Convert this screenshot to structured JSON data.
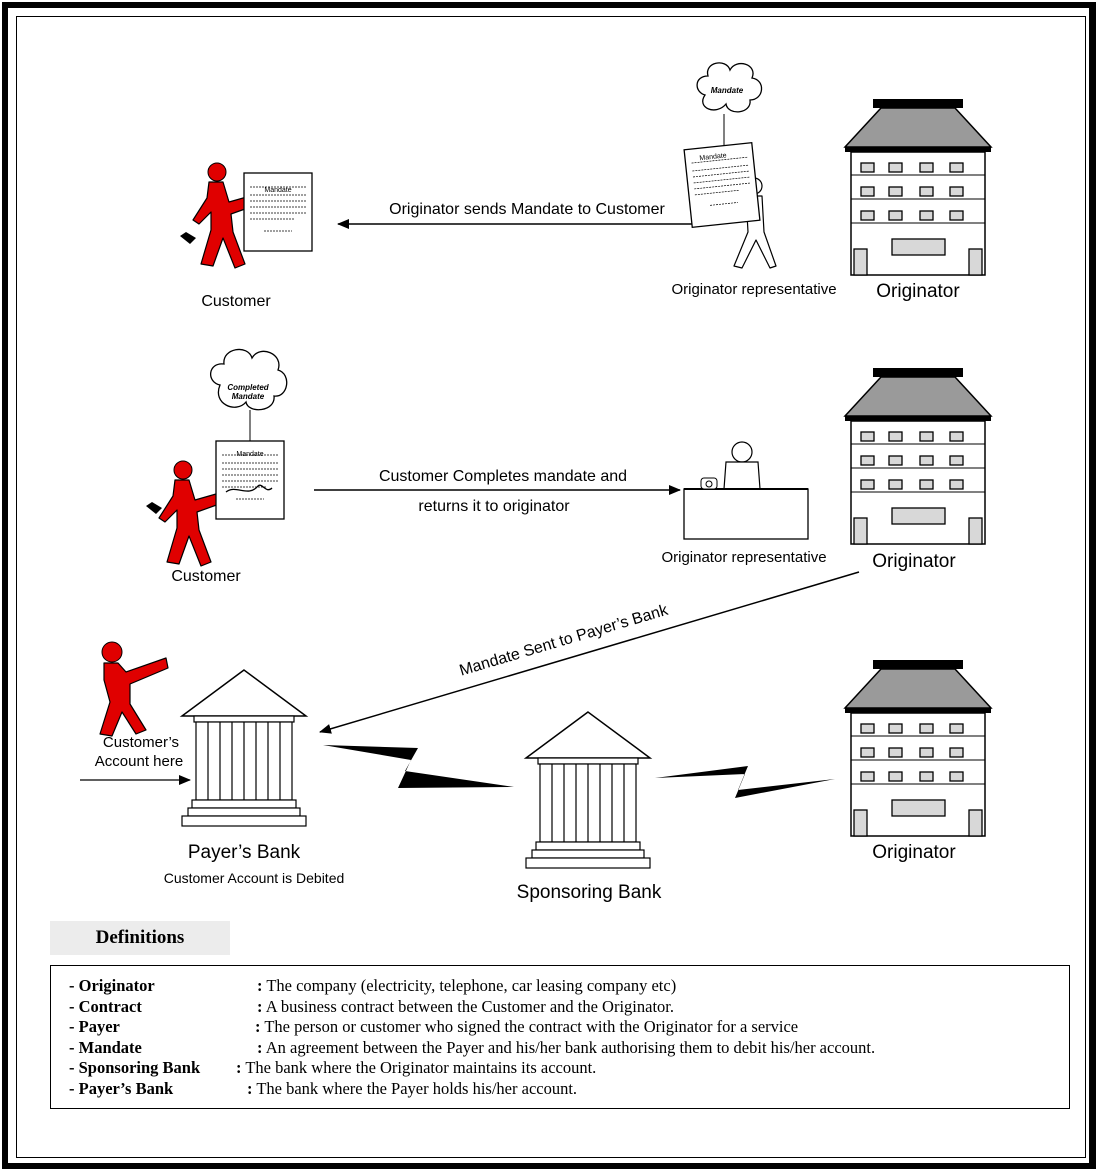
{
  "diagram": {
    "row1": {
      "cloud_label": "Mandate",
      "doc_title": "Mandate",
      "arrow_label": "Originator sends Mandate to Customer",
      "customer_label": "Customer",
      "rep_label": "Originator representative",
      "originator_label": "Originator"
    },
    "row2": {
      "cloud_label_1": "Completed",
      "cloud_label_2": "Mandate",
      "doc_title": "Mandate",
      "arrow_label_1": "Customer Completes mandate and",
      "arrow_label_2": "returns it to originator",
      "customer_label": "Customer",
      "rep_label": "Originator representative",
      "originator_label": "Originator"
    },
    "row3": {
      "diag_arrow_label": "Mandate Sent to Payer’s Bank",
      "customer_account_1": "Customer’s",
      "customer_account_2": "Account here",
      "payers_bank_label": "Payer’s Bank",
      "payers_bank_sub": "Customer Account is Debited",
      "sponsoring_bank_label": "Sponsoring Bank",
      "originator_label": "Originator"
    }
  },
  "definitions": {
    "title": "Definitions",
    "items": [
      {
        "term": "- Originator",
        "sep": ":",
        "desc": "The company (electricity, telephone, car leasing company etc)"
      },
      {
        "term": "- Contract",
        "sep": ":",
        "desc": "A business contract between the Customer and the Originator."
      },
      {
        "term": "- Payer",
        "sep": ":",
        "desc": "The person or customer who signed the contract with the Originator for a service"
      },
      {
        "term": "- Mandate",
        "sep": ":",
        "desc": "An agreement between the Payer and his/her bank authorising them to debit his/her account."
      },
      {
        "term": "- Sponsoring Bank",
        "sep": ":",
        "desc": "The bank where the Originator maintains its account."
      },
      {
        "term": "- Payer’s Bank",
        "sep": ":",
        "desc": "The bank where the Payer holds his/her account."
      }
    ]
  },
  "colors": {
    "person": "#e00000",
    "roof": "#9a9a9a",
    "box_fill": "#ececec"
  }
}
